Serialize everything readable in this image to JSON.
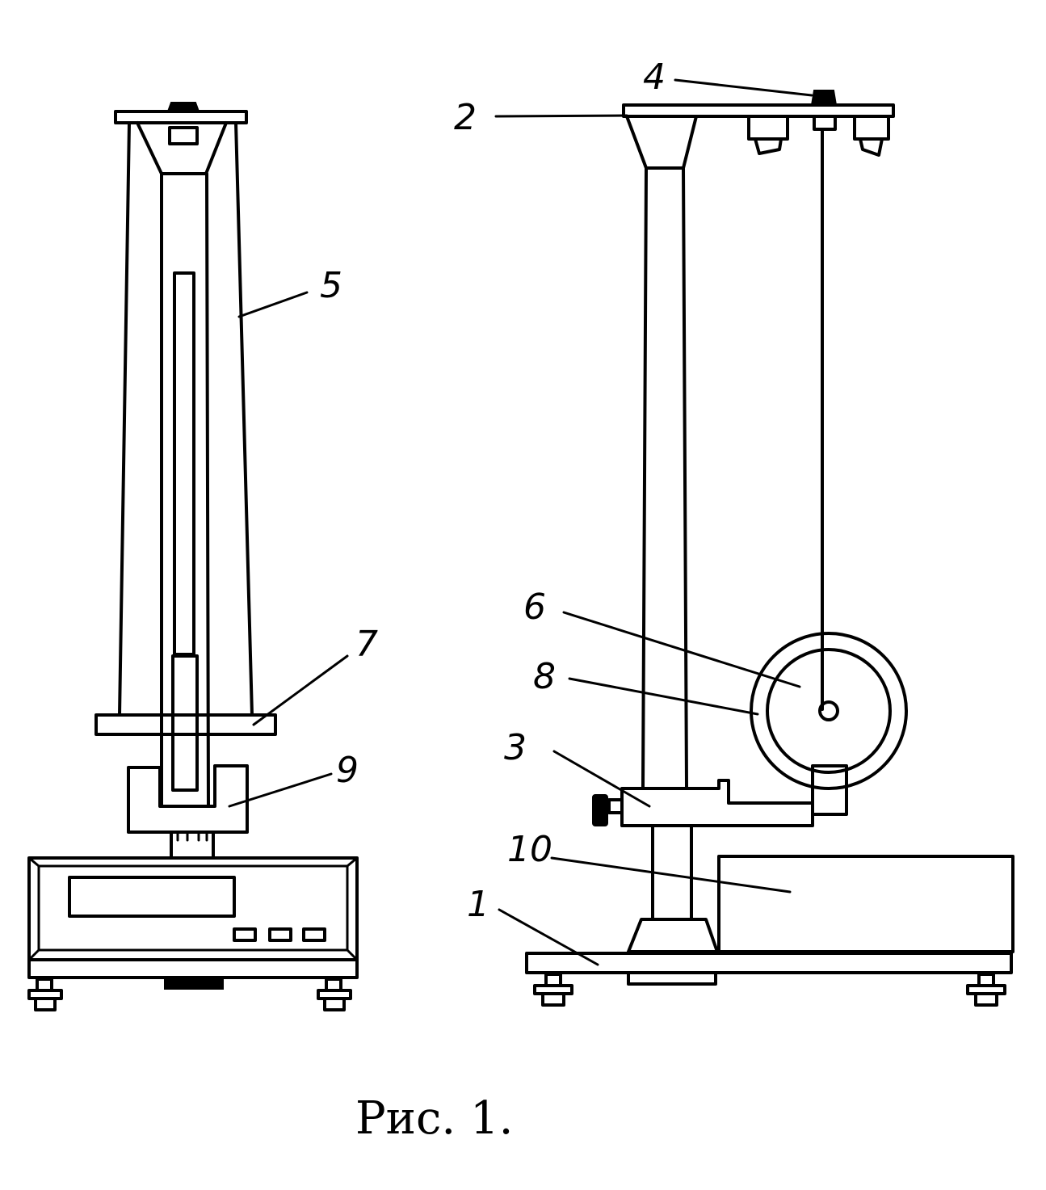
{
  "figure": {
    "caption": "Рис. 1.",
    "callouts": {
      "base_plate": "1",
      "top_bracket": "2",
      "lower_bracket": "3",
      "adjust_screw": "4",
      "column_side": "5",
      "disk": "6",
      "plate": "7",
      "ring": "8",
      "clamp": "9",
      "electronic_unit": "10"
    }
  }
}
